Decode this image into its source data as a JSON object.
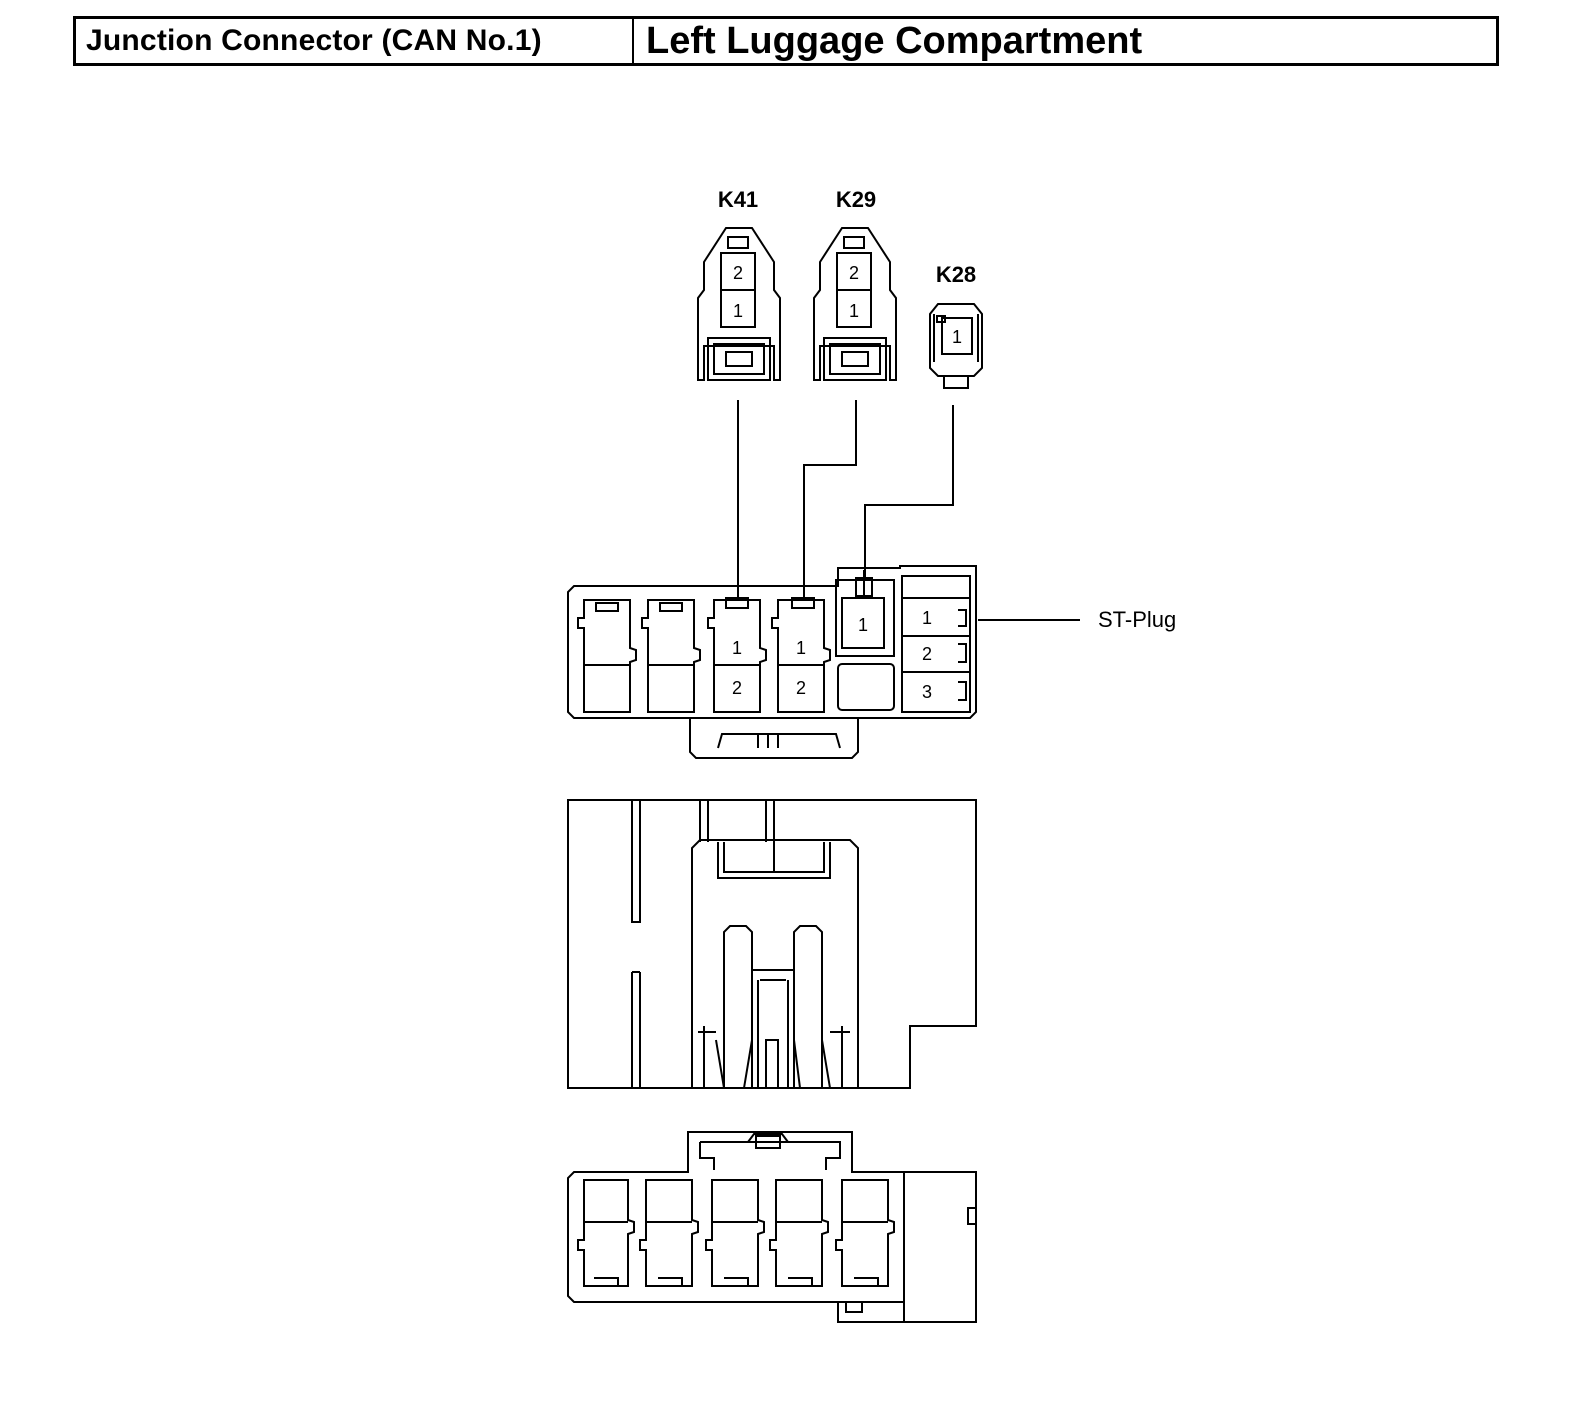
{
  "header": {
    "connector_name": "Junction Connector (CAN No.1)",
    "location": "Left Luggage Compartment"
  },
  "connectors": {
    "k41": {
      "label": "K41",
      "pin_top": "2",
      "pin_bottom": "1"
    },
    "k29": {
      "label": "K29",
      "pin_top": "2",
      "pin_bottom": "1"
    },
    "k28": {
      "label": "K28",
      "pin": "1"
    }
  },
  "junction_block": {
    "slot3": {
      "top": "1",
      "bottom": "2"
    },
    "slot4": {
      "top": "1",
      "bottom": "2"
    },
    "slot5": {
      "pin": "1"
    },
    "st_plug": {
      "label": "ST-Plug",
      "pins": [
        "1",
        "2",
        "3"
      ]
    }
  }
}
